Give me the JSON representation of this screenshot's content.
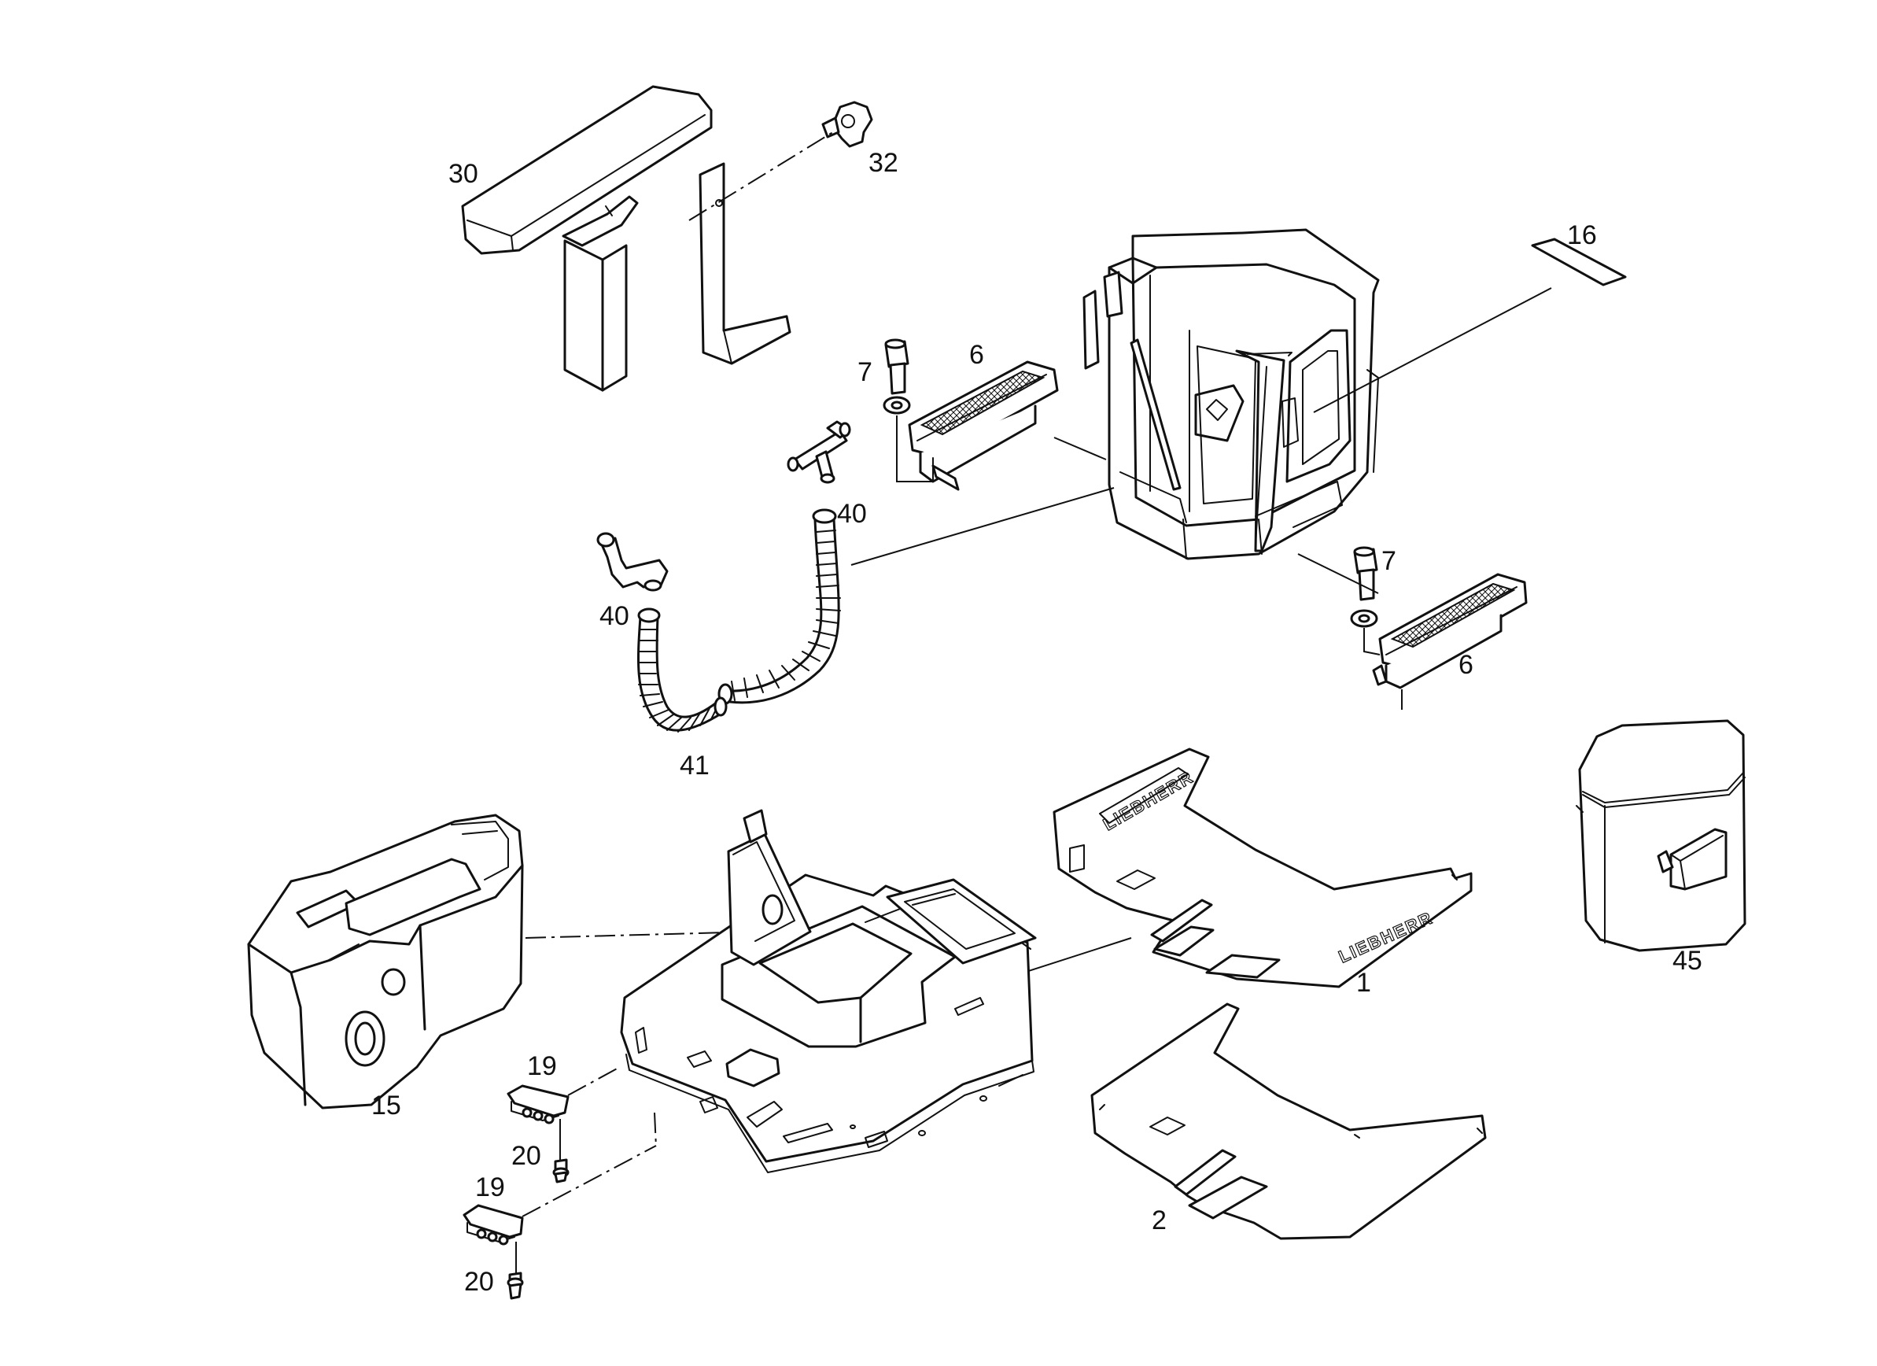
{
  "figure": {
    "brand_text": "LIEBHERR",
    "colors": {
      "ink": "#111111",
      "paper": "#ffffff"
    }
  },
  "callouts": {
    "c30": "30",
    "c32": "32",
    "c16": "16",
    "c7_top": "7",
    "c6_top": "6",
    "c40_upper": "40",
    "c40_lower": "40",
    "c41": "41",
    "c7_right": "7",
    "c6_right": "6",
    "c45": "45",
    "c1": "1",
    "c2": "2",
    "c15": "15",
    "c19_upper": "19",
    "c20_upper": "20",
    "c19_lower": "19",
    "c20_lower": "20"
  }
}
